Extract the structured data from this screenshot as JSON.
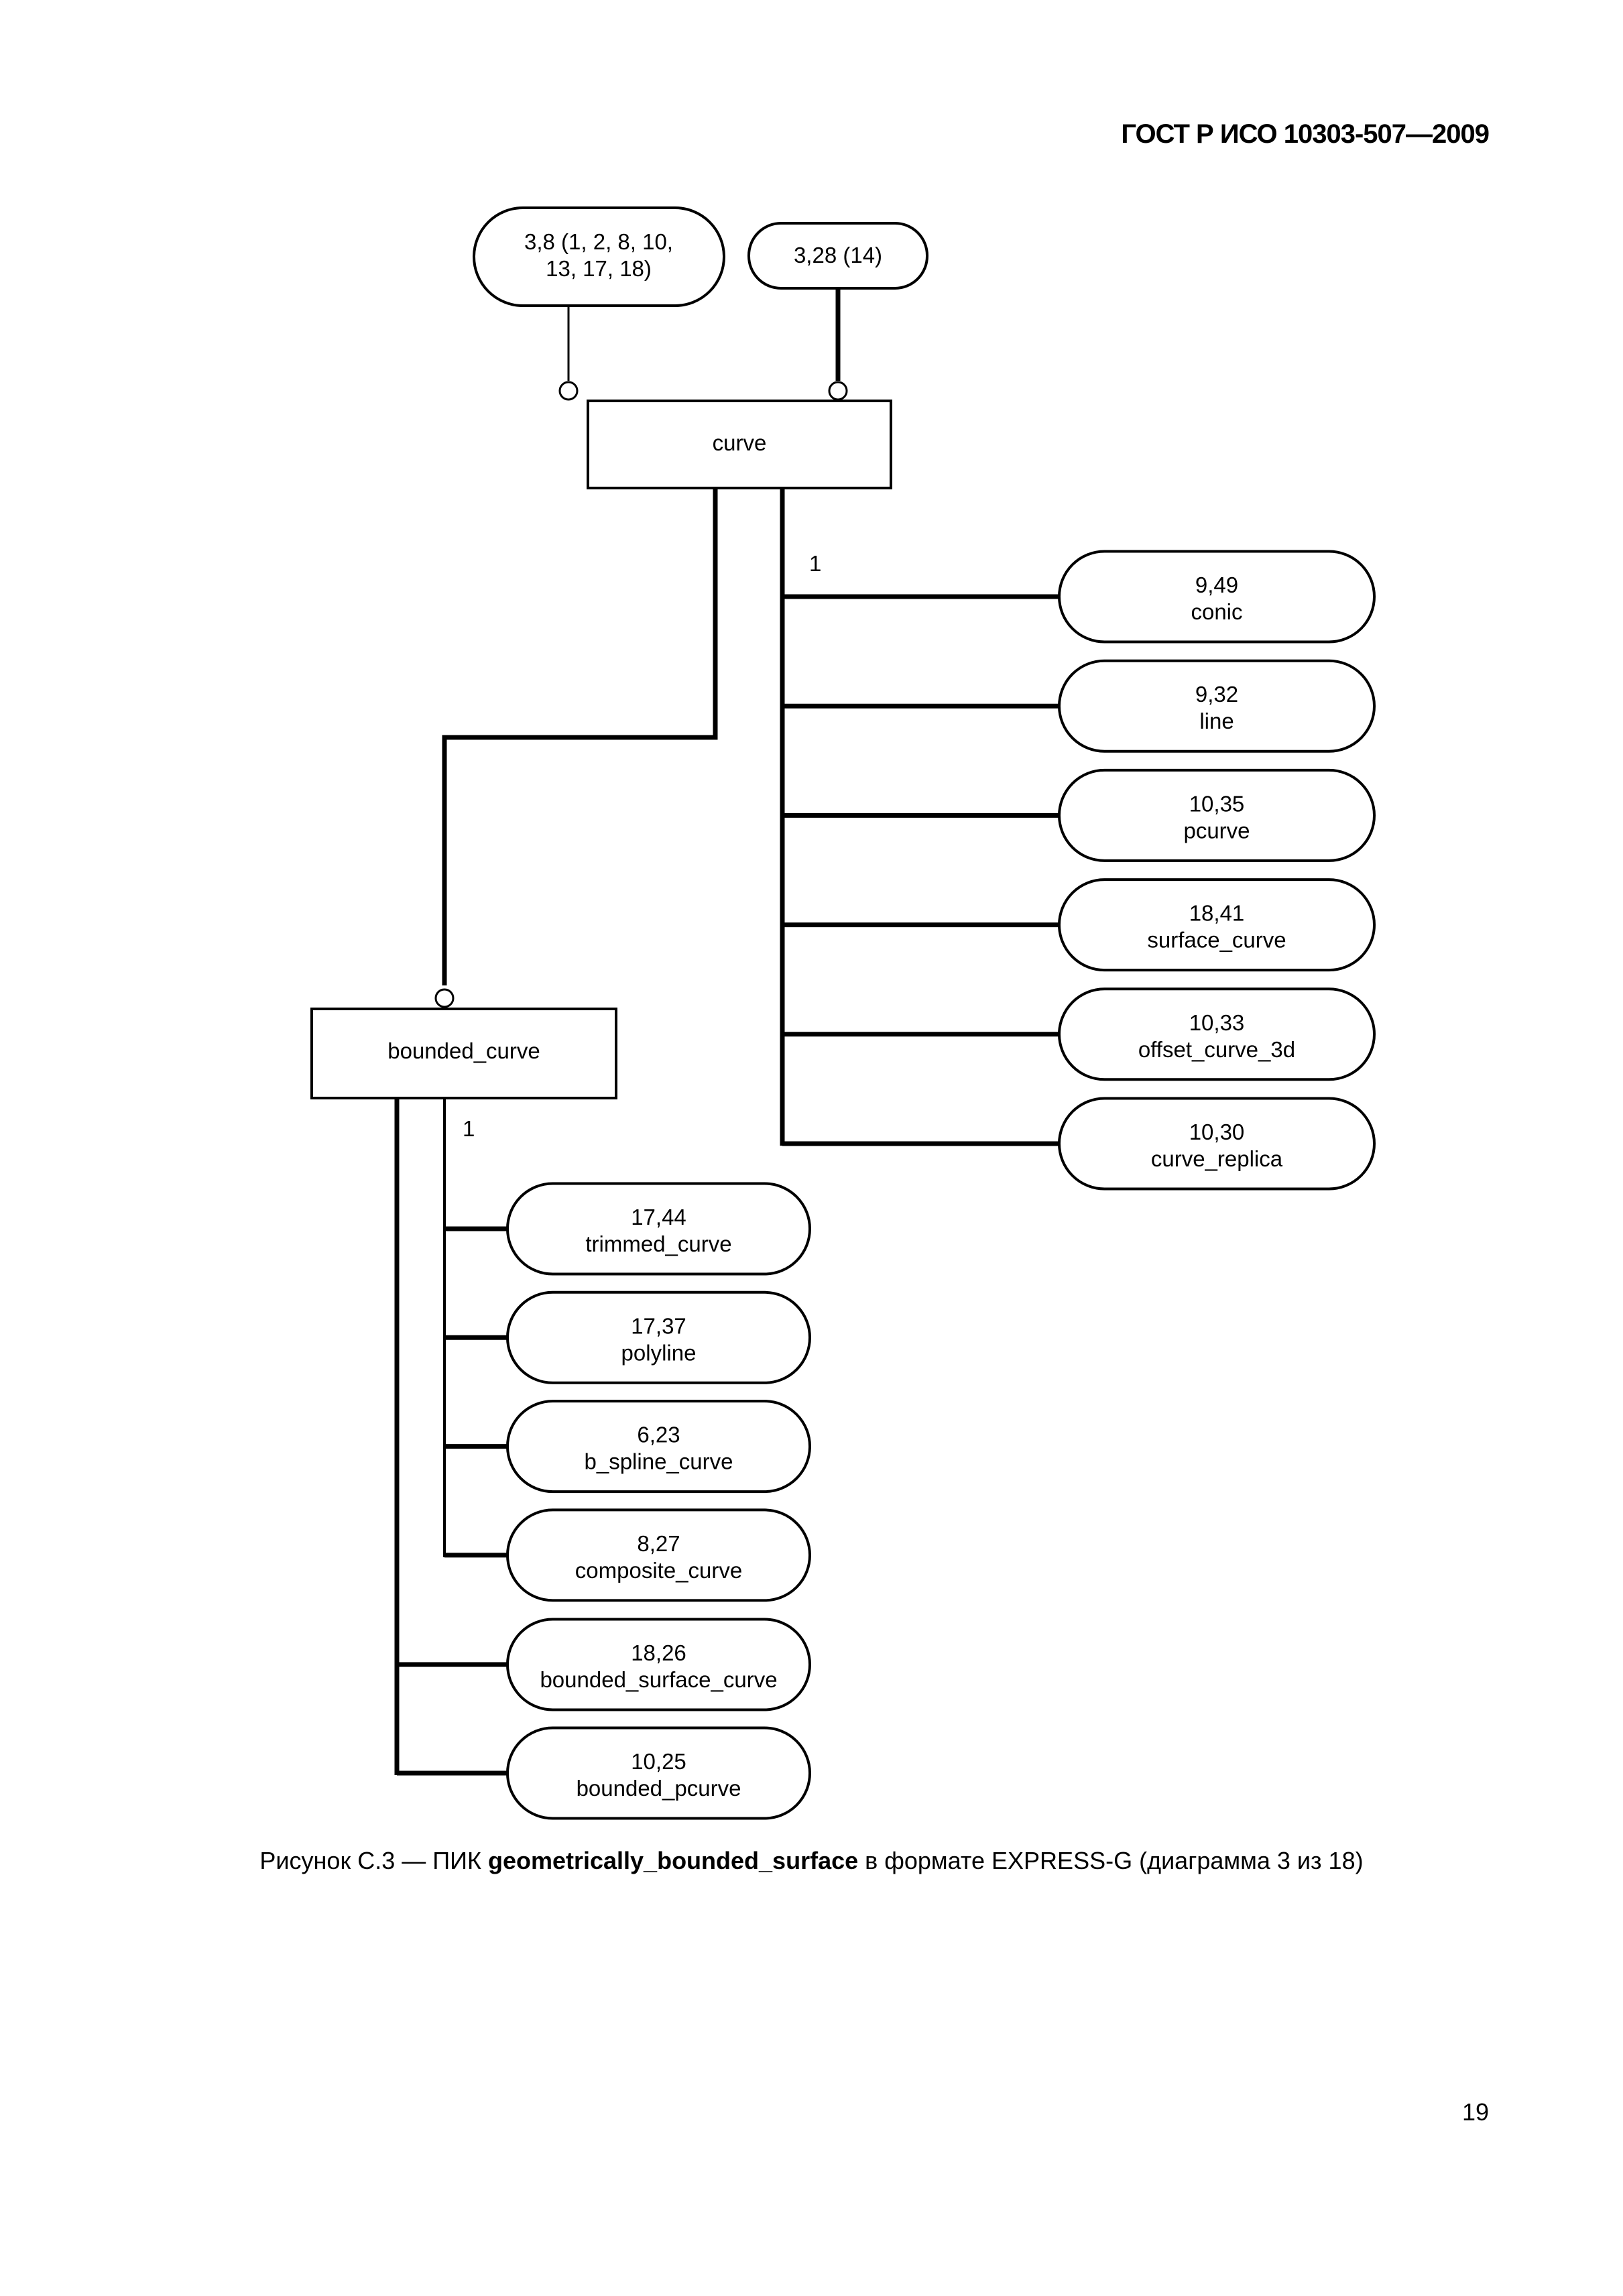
{
  "header": {
    "standard_id": "ГОСТ Р ИСО 10303-507—2009"
  },
  "diagram": {
    "notation": "EXPRESS-G",
    "page_refs": [
      {
        "id": "ref-3-8",
        "lines": [
          "3,8 (1, 2, 8, 10,",
          "13, 17, 18)"
        ]
      },
      {
        "id": "ref-3-28",
        "lines": [
          "3,28 (14)"
        ]
      }
    ],
    "entities": {
      "curve": {
        "label": "curve"
      },
      "bounded_curve": {
        "label": "bounded_curve"
      }
    },
    "curve_subtypes_cardinality": "1",
    "curve_subtypes": [
      {
        "ref": "9,49",
        "name": "conic"
      },
      {
        "ref": "9,32",
        "name": "line"
      },
      {
        "ref": "10,35",
        "name": "pcurve"
      },
      {
        "ref": "18,41",
        "name": "surface_curve"
      },
      {
        "ref": "10,33",
        "name": "offset_curve_3d"
      },
      {
        "ref": "10,30",
        "name": "curve_replica"
      }
    ],
    "bounded_curve_subtypes_cardinality": "1",
    "bounded_curve_oneof_subtypes": [
      {
        "ref": "17,44",
        "name": "trimmed_curve"
      },
      {
        "ref": "17,37",
        "name": "polyline"
      },
      {
        "ref": "6,23",
        "name": "b_spline_curve"
      },
      {
        "ref": "8,27",
        "name": "composite_curve"
      }
    ],
    "bounded_curve_other_subtypes": [
      {
        "ref": "18,26",
        "name": "bounded_surface_curve"
      },
      {
        "ref": "10,25",
        "name": "bounded_pcurve"
      }
    ]
  },
  "caption": {
    "prefix": "Рисунок С.3 — ПИК ",
    "bold_term": "geometrically_bounded_surface",
    "suffix": " в формате EXPRESS-G (диаграмма  3 из 18)"
  },
  "page_number": "19"
}
